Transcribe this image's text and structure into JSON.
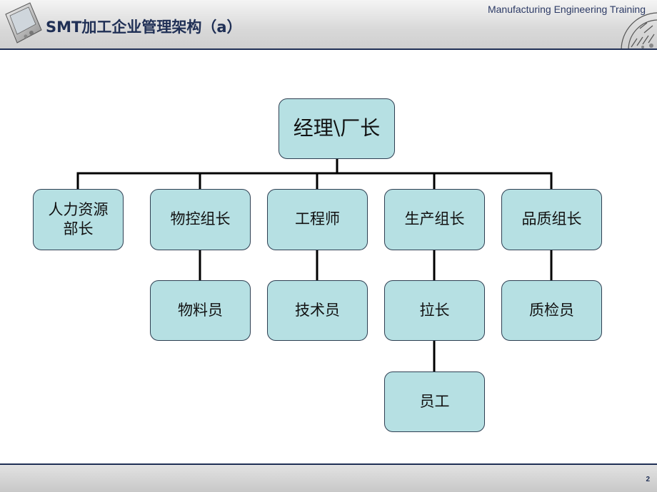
{
  "header": {
    "title": "SMT加工企业管理架构（a）",
    "brand": "Manufacturing Engineering Training",
    "logo_icon": "handheld-device-icon",
    "corner_icon": "gear-icon"
  },
  "org_chart": {
    "root": "经理\\厂长",
    "departments": [
      {
        "name": "人力资源\n    部长",
        "subordinates": []
      },
      {
        "name": "物控组长",
        "subordinates": [
          "物料员"
        ]
      },
      {
        "name": "工程师",
        "subordinates": [
          "技术员"
        ]
      },
      {
        "name": "生产组长",
        "subordinates": [
          "拉长",
          "员工"
        ]
      },
      {
        "name": "品质组长",
        "subordinates": [
          "质检员"
        ]
      }
    ]
  },
  "colors": {
    "node_fill": "#b6e0e3",
    "node_border": "#2e3f52",
    "title_color": "#1f2f55",
    "connector": "#000000"
  },
  "footer": {
    "page_number": "2"
  }
}
